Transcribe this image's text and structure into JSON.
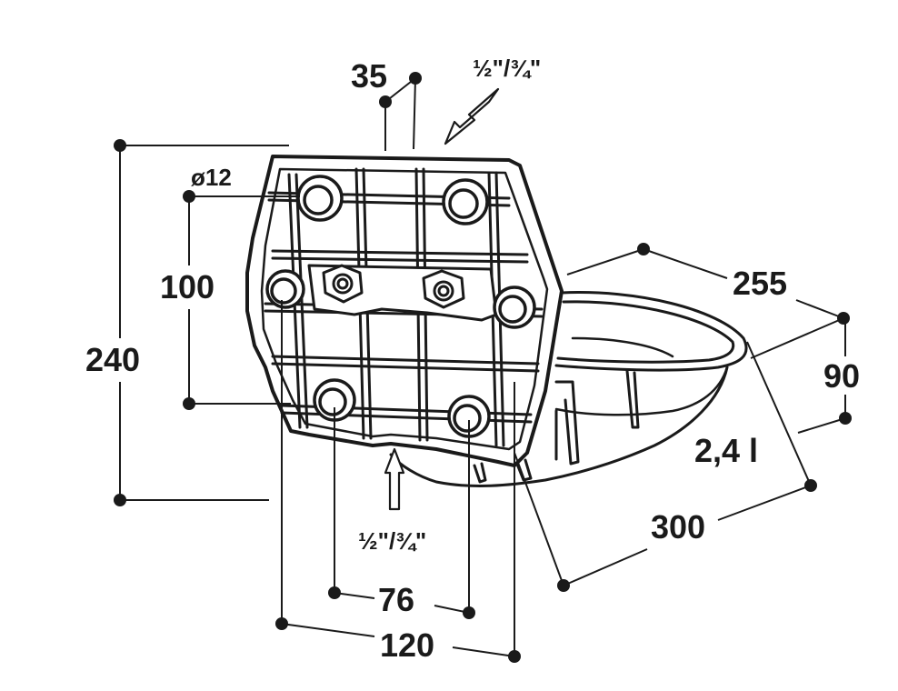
{
  "drawing": {
    "subject": "wall-mounted water bowl with mounting plate",
    "dimensions": {
      "height_overall": "240",
      "hole_spacing_vertical": "100",
      "hole_diameter": "ø12",
      "plate_thickness": "35",
      "hole_spacing_horizontal_inner": "76",
      "hole_spacing_horizontal_outer": "120",
      "bowl_width": "255",
      "bowl_depth": "90",
      "bowl_length": "300",
      "capacity": "2,4 l"
    },
    "connections": {
      "top_inlet": "½\"/¾\"",
      "bottom_inlet": "½\"/¾\""
    }
  }
}
